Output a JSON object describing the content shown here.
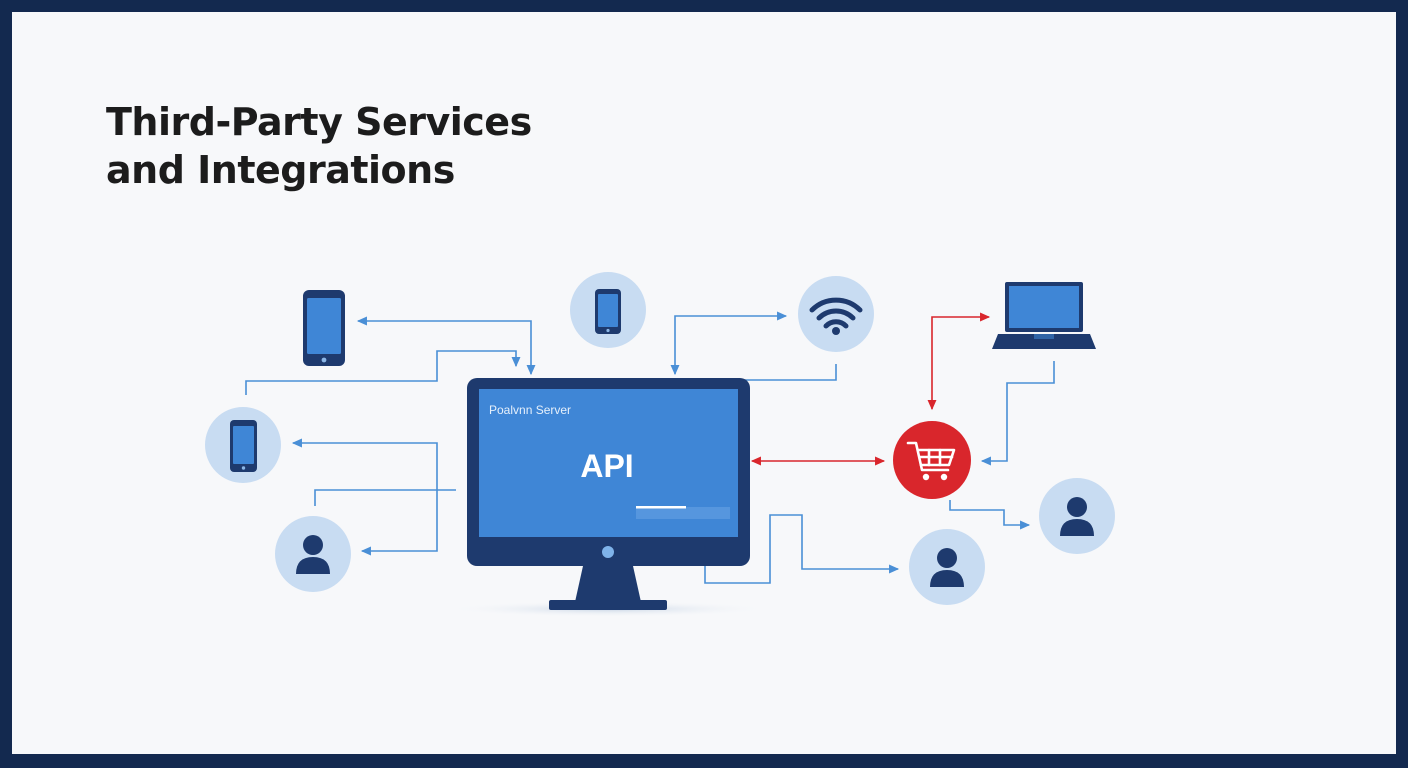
{
  "title": {
    "line1": "Third-Party Services",
    "line2": "and Integrations"
  },
  "server": {
    "caption": "Poalvnn Server",
    "label": "API"
  },
  "colors": {
    "frame": "#13294f",
    "background": "#f7f8fa",
    "monitor_body": "#1e3a6e",
    "monitor_screen": "#3f86d6",
    "node_circle": "#c8dcf2",
    "icon_dark": "#1e3a6e",
    "connector_blue": "#4a8fd6",
    "connector_red": "#d9262c",
    "cart_red": "#d9262c"
  },
  "icons": [
    "smartphone-icon",
    "wifi-icon",
    "laptop-icon",
    "shopping-cart-icon",
    "user-icon"
  ]
}
